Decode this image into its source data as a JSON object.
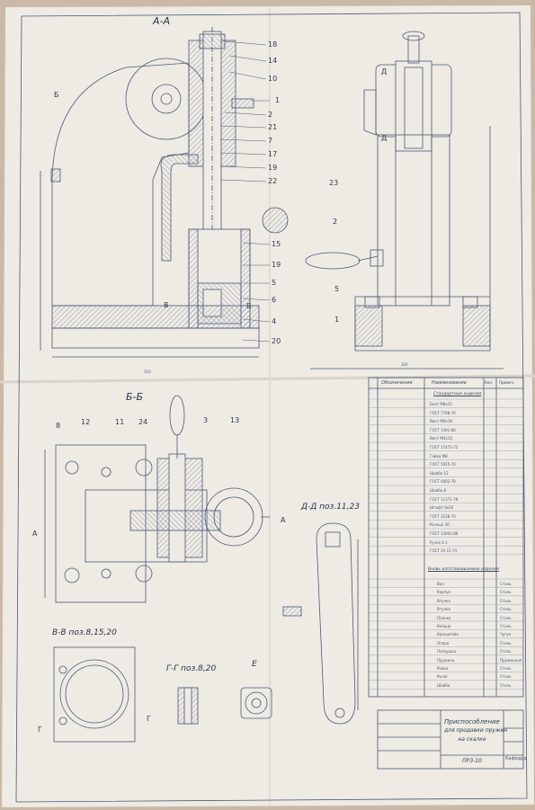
{
  "views": {
    "aa": "А-А",
    "bb": "Б-Б",
    "dd": "Д-Д поз.11,23",
    "vv": "В-В поз.8,15,20",
    "gg": "Г-Г поз.8,20",
    "e": "Е"
  },
  "markers": {
    "b_left": "Б",
    "v_left": "В",
    "v_right": "В",
    "d_top": "Д",
    "d_bottom": "Д",
    "a_left": "А",
    "a_right": "А",
    "g_left": "Г",
    "g_right": "Г"
  },
  "callouts_aa": [
    "18",
    "14",
    "10",
    "1",
    "2",
    "21",
    "7",
    "17",
    "19",
    "22",
    "15",
    "19",
    "5",
    "6",
    "4",
    "20"
  ],
  "callouts_side": [
    "23",
    "2",
    "5",
    "1"
  ],
  "callouts_bb": [
    "8",
    "12",
    "11",
    "24",
    "3",
    "13"
  ],
  "dims": {
    "aa_width": "310",
    "side_width": "320"
  },
  "bom": {
    "headers": [
      "Обозначение",
      "Наименование",
      "Кол.",
      "Примеч."
    ],
    "section_standard": "Стандартные изделия",
    "standard": [
      "Болт М8х25",
      "ГОСТ 7798-70",
      "Винт М6х16",
      "ГОСТ 1491-80",
      "Винт М4х10",
      "ГОСТ 17475-72",
      "Гайка М8",
      "ГОСТ 5915-70",
      "Шайба 12",
      "ГОСТ 6402-70",
      "Шайба 8",
      "ГОСТ 11371-78",
      "Штифт 6х20",
      "ГОСТ 3128-70",
      "Кольцо 30",
      "ГОСТ 13942-86",
      "Ручка 4.1",
      "ГОСТ 24 15-74"
    ],
    "section_other": "Вновь изготавливаемые изделия",
    "other": [
      {
        "name": "Вал",
        "mat": "Сталь"
      },
      {
        "name": "Корпус",
        "mat": "Сталь"
      },
      {
        "name": "Втулка",
        "mat": "Сталь"
      },
      {
        "name": "Втулка",
        "mat": "Сталь"
      },
      {
        "name": "Планка",
        "mat": "Сталь"
      },
      {
        "name": "Кольцо",
        "mat": "Сталь"
      },
      {
        "name": "Кронштейн",
        "mat": "Чугун"
      },
      {
        "name": "Опора",
        "mat": "Сталь"
      },
      {
        "name": "Ползушка",
        "mat": "Сталь"
      },
      {
        "name": "Пружина",
        "mat": "Пружинная"
      },
      {
        "name": "Рейка",
        "mat": "Сталь"
      },
      {
        "name": "Рычаг",
        "mat": "Сталь"
      },
      {
        "name": "Шайба",
        "mat": "Сталь"
      }
    ]
  },
  "title_block": {
    "title_line1": "Приспособление",
    "title_line2": "для продавки пружин",
    "title_line3": "на скалке",
    "code": "ПРЗ-10",
    "org": "Кафедра"
  },
  "colors": {
    "paper": "#eeeae4",
    "line": "#4a5b73",
    "hatch": "#7b8aa0",
    "background": "#c9b9a6"
  }
}
